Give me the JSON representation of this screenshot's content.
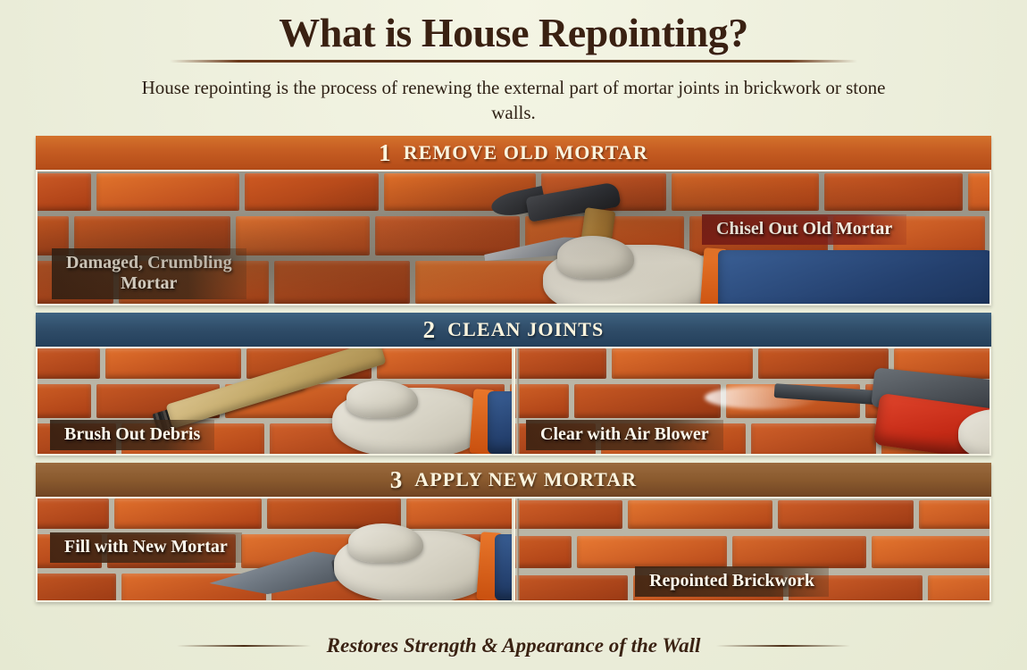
{
  "header": {
    "title": "What is House Repointing?",
    "subtitle": "House repointing is the process of renewing the external part of mortar joints in brickwork or stone walls."
  },
  "sections": [
    {
      "number": "1",
      "label": "REMOVE OLD MORTAR",
      "band_color": "#c55c22",
      "captions": [
        {
          "text": "Damaged, Crumbling\nMortar",
          "style": "cap-dark"
        },
        {
          "text": "Chisel Out Old Mortar",
          "style": "cap-red"
        }
      ],
      "tools": [
        "hammer-icon",
        "chisel-icon",
        "gloved-hand-icon"
      ]
    },
    {
      "number": "2",
      "label": "CLEAN JOINTS",
      "band_color": "#2f4c68",
      "captions": [
        {
          "text": "Brush Out Debris",
          "style": "cap-dark"
        },
        {
          "text": "Clear with Air Blower",
          "style": "cap-brown"
        }
      ],
      "tools": [
        "wire-brush-icon",
        "air-blower-icon",
        "gloved-hand-icon"
      ]
    },
    {
      "number": "3",
      "label": "APPLY NEW MORTAR",
      "band_color": "#8a5a2e",
      "captions": [
        {
          "text": "Fill with New Mortar",
          "style": "cap-brown"
        },
        {
          "text": "Repointed Brickwork",
          "style": "cap-brown"
        }
      ],
      "tools": [
        "trowel-icon",
        "gloved-hand-icon"
      ]
    }
  ],
  "footer": {
    "text": "Restores Strength & Appearance of the Wall"
  },
  "colors": {
    "background": "#eef0dc",
    "title": "#3a2112",
    "band_1": "#c55c22",
    "band_2": "#2f4c68",
    "band_3": "#8a5a2e",
    "brick_red": "#c4501f",
    "brick_orange": "#e06a26",
    "mortar_grey": "#b9b5a6"
  }
}
